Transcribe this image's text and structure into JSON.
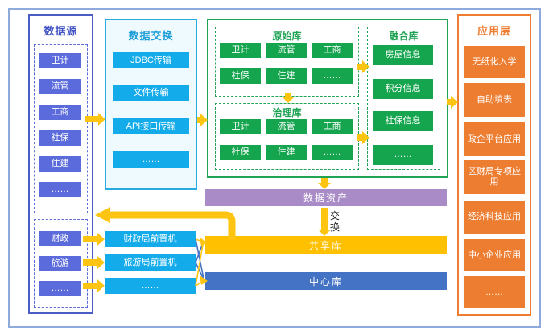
{
  "colors": {
    "frame_border": "#8EA9DB",
    "datasource_accent": "#4C5CC5",
    "datasource_item": "#5B6BDC",
    "exchange_border": "#29ABE2",
    "exchange_bg": "#EFFAFE",
    "exchange_item": "#14ABEA",
    "warehouse_accent": "#1FA355",
    "warehouse_item": "#16A54F",
    "application_accent": "#ED7D31",
    "asset_bar": "#A98BC8",
    "shared_bar": "#FFC000",
    "center_bar": "#4472C4",
    "arrow": "#FDC511"
  },
  "datasource": {
    "title": "数据源",
    "group1": [
      "卫计",
      "流管",
      "工商",
      "社保",
      "住建",
      "……"
    ],
    "group2": [
      "财政",
      "旅游",
      "……"
    ]
  },
  "exchange": {
    "title": "数据交换",
    "items": [
      "JDBC传输",
      "文件传输",
      "API接口传输",
      "……"
    ]
  },
  "warehouse": {
    "raw": {
      "title": "原始库",
      "items": [
        "卫计",
        "流管",
        "工商",
        "社保",
        "住建",
        "……"
      ]
    },
    "governance": {
      "title": "治理库",
      "items": [
        "卫计",
        "流管",
        "工商",
        "社保",
        "住建",
        "……"
      ]
    },
    "fusion": {
      "title": "融合库",
      "items": [
        "房屋信息",
        "积分信息",
        "社保信息",
        "……"
      ]
    }
  },
  "application": {
    "title": "应用层",
    "items": [
      "无纸化入学",
      "自助填表",
      "政企平台应用",
      "区财局专项应用",
      "经济科技应用",
      "中小企业应用",
      "……"
    ]
  },
  "bars": {
    "data_asset": "数据资产",
    "shared": "共享库",
    "center": "中心库"
  },
  "front_machines": [
    "财政局前置机",
    "旅游局前置机",
    "……"
  ],
  "labels": {
    "exchange_flow": "交换"
  }
}
